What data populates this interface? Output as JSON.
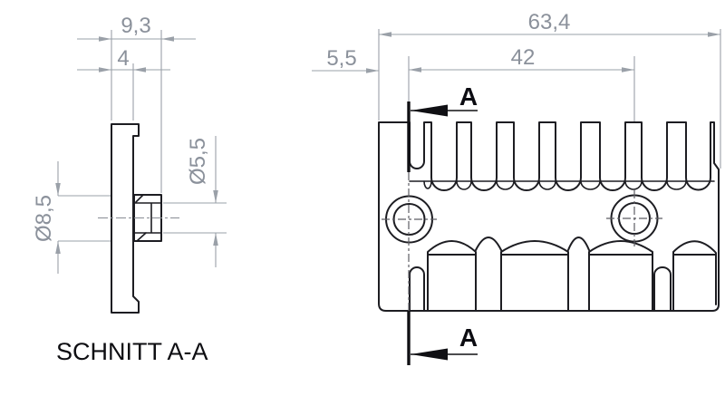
{
  "drawing": {
    "section_view": {
      "caption": "SCHNITT A-A",
      "dims": {
        "overall_width": "9,3",
        "plate_thickness": "4",
        "boss_diameter": "Ø8,5",
        "pin_diameter": "Ø5,5"
      }
    },
    "plan_view": {
      "dims": {
        "overall_length": "63,4",
        "hole_spacing": "42",
        "edge_to_section": "5,5"
      },
      "section_label_top": "A",
      "section_label_bottom": "A"
    },
    "colors": {
      "part_line": "#1d1d22",
      "dimension_line": "#9aa0a8",
      "dimension_text": "#8b919b",
      "section_label": "#0c0c12",
      "background": "#ffffff"
    }
  }
}
